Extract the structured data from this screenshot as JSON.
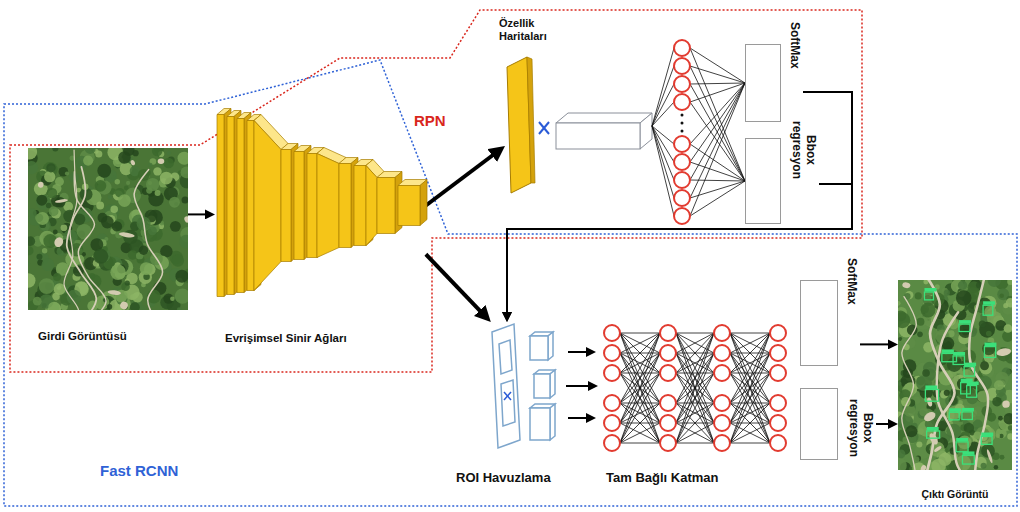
{
  "diagram": {
    "nodes": [
      {
        "text": [
          "Girdi Görüntüsü"
        ]
      },
      {
        "text": [
          "Evrişimsel Sinir Ağları"
        ]
      },
      {
        "text": [
          "Özellik Haritaları"
        ]
      },
      {
        "text": [
          "SoftMax"
        ]
      },
      {
        "text": [
          "Bbox regresyon"
        ]
      },
      {
        "text": [
          "ROI Havuzlama"
        ]
      },
      {
        "text": [
          "Tam Bağlı Katman"
        ]
      },
      {
        "text": [
          "SoftMax"
        ]
      },
      {
        "text": [
          "Bbox regresyon"
        ]
      },
      {
        "text": [
          "Çıktı Görüntü"
        ]
      }
    ],
    "edges": [
      {
        "from": 0,
        "to": 1,
        "arrow": "to"
      },
      {
        "from": 1,
        "to": 2,
        "arrow": "to"
      },
      {
        "from": 1,
        "to": 5,
        "arrow": "to"
      },
      {
        "from": 3,
        "to": 5,
        "arrow": "to"
      },
      {
        "from": 4,
        "to": 5,
        "arrow": "to"
      },
      {
        "from": 5,
        "to": 6,
        "arrow": "to"
      },
      {
        "from": 7,
        "to": 9,
        "arrow": "to"
      },
      {
        "from": 8,
        "to": 9,
        "arrow": "to"
      }
    ],
    "labels": [
      "RPN",
      "Fast RCNN"
    ]
  }
}
